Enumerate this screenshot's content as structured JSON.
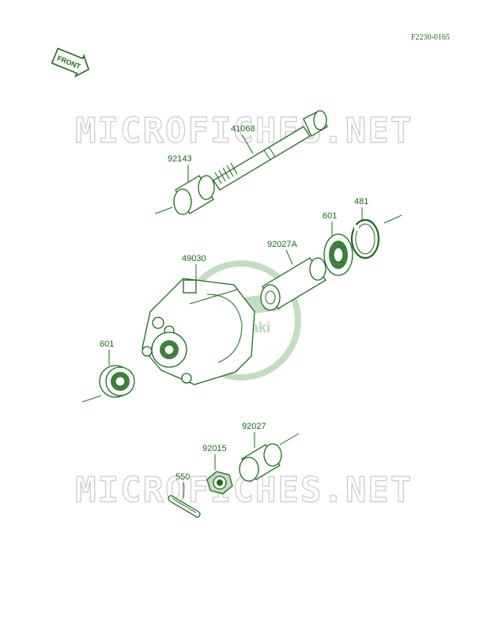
{
  "diagram_code": "F2230-0165",
  "front_label": "FRONT",
  "logo_text": "Kawasaki",
  "watermark_top": "MICROFICHES.NET",
  "watermark_bottom": "MICROFICHES.NET",
  "parts": [
    {
      "id": "41068"
    },
    {
      "id": "92143"
    },
    {
      "id": "481"
    },
    {
      "id": "601"
    },
    {
      "id": "92027A"
    },
    {
      "id": "49030"
    },
    {
      "id": "601"
    },
    {
      "id": "92027"
    },
    {
      "id": "92015"
    },
    {
      "id": "550"
    }
  ],
  "colors": {
    "ink": "#1a6b1a",
    "watermark": "#c9c9c9"
  }
}
